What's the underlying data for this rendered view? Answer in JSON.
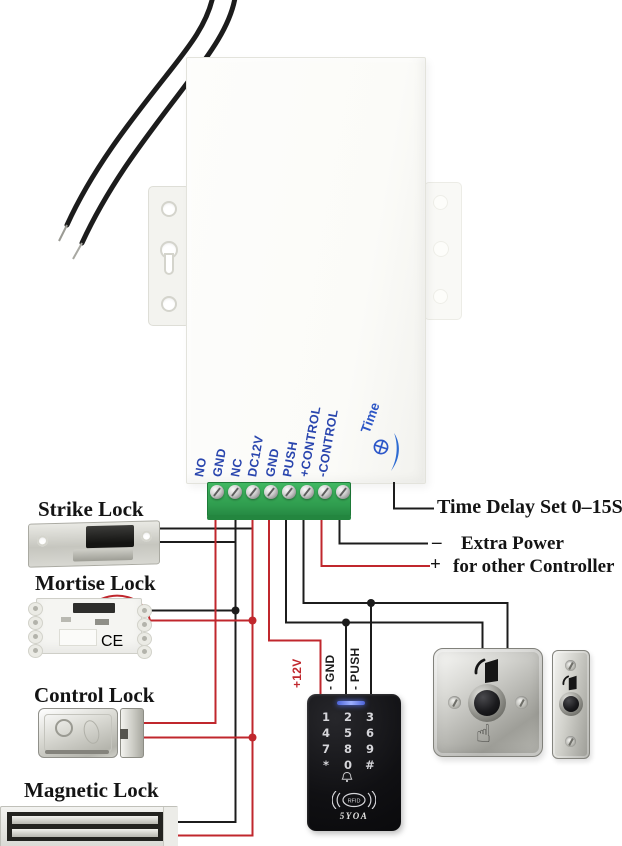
{
  "labels": {
    "strike_lock": "Strike Lock",
    "mortise_lock": "Mortise Lock",
    "control_lock": "Control Lock",
    "magnetic_lock": "Magnetic Lock"
  },
  "terminals": [
    "NO",
    "GND",
    "NC",
    "DC12V",
    "GND",
    "PUSH",
    "+CONTROL",
    "-CONTROL"
  ],
  "time_knob_label": "Time",
  "annotations": {
    "time_delay": "Time Delay Set 0–15S",
    "extra_minus_sign": "–",
    "extra_line1": "Extra Power",
    "extra_plus_sign": "+",
    "extra_line2": "for other Controller"
  },
  "wire_labels": {
    "plus_12v": "+12V",
    "gnd": "- GND",
    "push": "- PUSH"
  },
  "keypad": {
    "keys": [
      "1",
      "2",
      "3",
      "4",
      "5",
      "6",
      "7",
      "8",
      "9",
      "*",
      "0",
      "#"
    ],
    "rfid_label": "RFID",
    "brand": "5YOA"
  },
  "device_marks": {
    "mortise_ce": "CE"
  },
  "colors": {
    "wire_red": "#c0272d",
    "wire_black": "#1c1c1c",
    "terminal_text_blue": "#2a46ae",
    "terminal_block_green": "#2f9c4e"
  }
}
